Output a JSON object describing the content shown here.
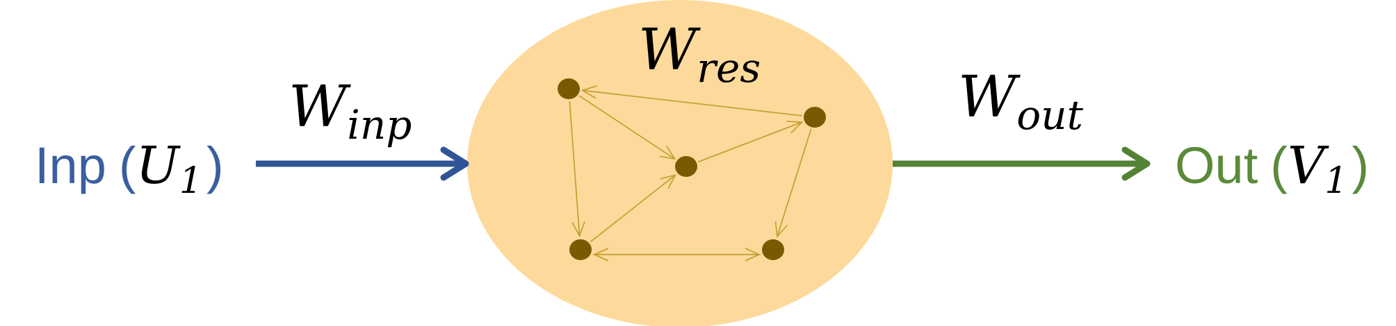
{
  "input": {
    "label": "Inp",
    "open_paren": "(",
    "variable": "U",
    "subscript": "1",
    "close_paren": ")",
    "color": "#3A5FA0"
  },
  "output": {
    "label": "Out",
    "open_paren": "(",
    "variable": "V",
    "subscript": "1",
    "close_paren": ")",
    "color": "#5A8A3A"
  },
  "weights": {
    "input": {
      "symbol": "W",
      "subscript": "inp"
    },
    "reservoir": {
      "symbol": "W",
      "subscript": "res"
    },
    "output": {
      "symbol": "W",
      "subscript": "out"
    }
  },
  "colors": {
    "reservoir_fill": "#FDDA9B",
    "node_fill": "#7A5A00",
    "edge": "#C9A035",
    "input_arrow": "#2F5597",
    "output_arrow": "#548235",
    "text": "#000000"
  },
  "reservoir": {
    "nodes": [
      "n1",
      "n2",
      "n3",
      "n4",
      "n5"
    ],
    "edges": [
      {
        "from": "n3",
        "to": "n1"
      },
      {
        "from": "n1",
        "to": "n2"
      },
      {
        "from": "n1",
        "to": "n4"
      },
      {
        "from": "n2",
        "to": "n3"
      },
      {
        "from": "n4",
        "to": "n2"
      },
      {
        "from": "n3",
        "to": "n5"
      },
      {
        "from": "n4",
        "to": "n5"
      },
      {
        "from": "n5",
        "to": "n4"
      }
    ]
  }
}
